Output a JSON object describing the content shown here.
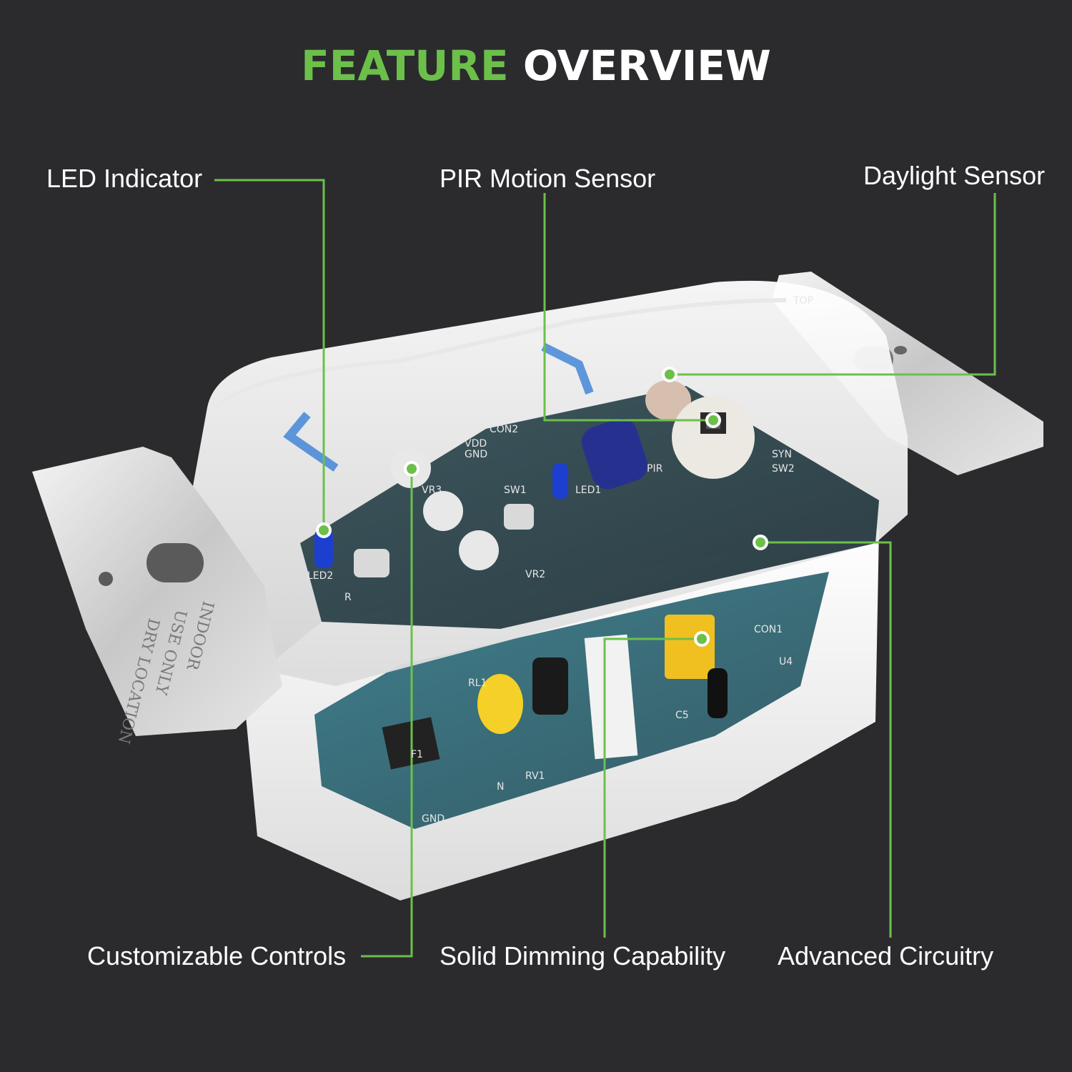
{
  "title": {
    "part1": "FEATURE",
    "part2": "OVERVIEW"
  },
  "colors": {
    "accent": "#6cc04a",
    "background": "#2b2b2e",
    "text": "#ffffff"
  },
  "callouts": {
    "led_indicator": "LED Indicator",
    "pir_motion_sensor": "PIR Motion Sensor",
    "daylight_sensor": "Daylight Sensor",
    "customizable_controls": "Customizable Controls",
    "solid_dimming": "Solid Dimming Capability",
    "advanced_circuitry": "Advanced Circuitry"
  },
  "device": {
    "plate_text": [
      "INDOOR",
      "USE ONLY",
      "DRY LOCATION"
    ],
    "pcb_labels": [
      "CON2",
      "VDD",
      "GND",
      "VR3",
      "SW1",
      "LED1",
      "LED2",
      "R",
      "VR2",
      "PIR",
      "SYN",
      "SW2",
      "TOP",
      "CON1",
      "U4",
      "RL1",
      "F1",
      "RV1",
      "N",
      "GND",
      "C5"
    ]
  }
}
